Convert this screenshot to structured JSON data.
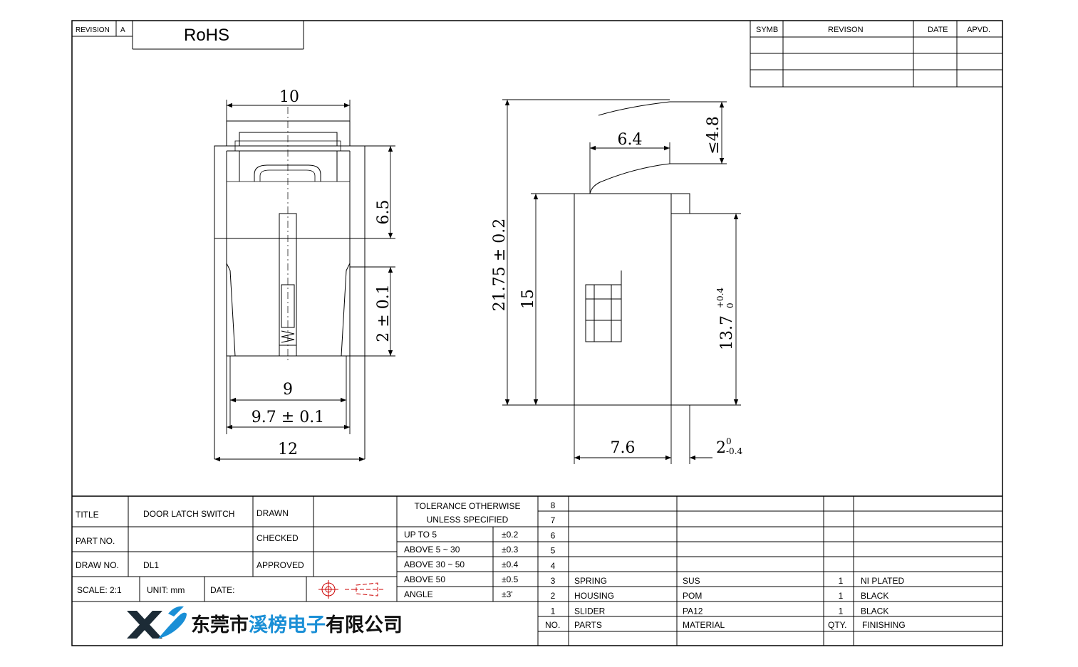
{
  "header": {
    "revision_label": "REVISION",
    "revision_value": "A",
    "compliance": "RoHS"
  },
  "revision_table": {
    "headers": [
      "SYMB",
      "REVISON",
      "DATE",
      "APVD."
    ]
  },
  "front_view": {
    "width_top": "10",
    "height_upper": "6.5",
    "travel": "2 ± 0.1",
    "inner_width": "9",
    "width_tol": "9.7 ± 0.1",
    "overall_width": "12"
  },
  "side_view": {
    "total_height": "21.75 ± 0.2",
    "body_height": "15",
    "actuator_width": "6.4",
    "actuator_lift": "≤4.8",
    "mount_height": "13.7",
    "mount_height_tol_upper": "+0.4",
    "mount_height_tol_lower": "0",
    "body_depth": "7.6",
    "base_thickness": "2",
    "base_tol_upper": "0",
    "base_tol_lower": "-0.4"
  },
  "title_block": {
    "title_label": "TITLE",
    "title_value": "DOOR LATCH SWITCH",
    "drawn_label": "DRAWN",
    "part_no_label": "PART NO.",
    "checked_label": "CHECKED",
    "draw_no_label": "DRAW NO.",
    "draw_no_value": "DL1",
    "approved_label": "APPROVED",
    "scale": "SCALE: 2:1",
    "unit": "UNIT: mm",
    "date": "DATE:",
    "tolerance_heading_1": "TOLERANCE OTHERWISE",
    "tolerance_heading_2": "UNLESS SPECIFIED",
    "tolerances": [
      {
        "range": "UP TO 5",
        "tol": "±0.2"
      },
      {
        "range": "ABOVE 5 ~ 30",
        "tol": "±0.3"
      },
      {
        "range": "ABOVE 30 ~ 50",
        "tol": "±0.4"
      },
      {
        "range": "ABOVE 50",
        "tol": "±0.5"
      },
      {
        "range": "ANGLE",
        "tol": "±3'"
      }
    ],
    "company_prefix": "东莞市",
    "company_highlight": "溪榜电子",
    "company_suffix": "有限公司"
  },
  "bom": {
    "header": {
      "no": "NO.",
      "part": "PARTS",
      "material": "MATERIAL",
      "qty": "QTY.",
      "finish": "FINISHING"
    },
    "rows": [
      {
        "no": "8",
        "part": "",
        "material": "",
        "qty": "",
        "finish": ""
      },
      {
        "no": "7",
        "part": "",
        "material": "",
        "qty": "",
        "finish": ""
      },
      {
        "no": "6",
        "part": "",
        "material": "",
        "qty": "",
        "finish": ""
      },
      {
        "no": "5",
        "part": "",
        "material": "",
        "qty": "",
        "finish": ""
      },
      {
        "no": "4",
        "part": "",
        "material": "",
        "qty": "",
        "finish": ""
      },
      {
        "no": "3",
        "part": "SPRING",
        "material": "SUS",
        "qty": "1",
        "finish": "NI PLATED"
      },
      {
        "no": "2",
        "part": "HOUSING",
        "material": "POM",
        "qty": "1",
        "finish": "BLACK"
      },
      {
        "no": "1",
        "part": "SLIDER",
        "material": "PA12",
        "qty": "1",
        "finish": "BLACK"
      }
    ]
  },
  "colors": {
    "line": "#000000",
    "accent": "#1a8fd6",
    "logo_dark": "#1c2b36"
  }
}
